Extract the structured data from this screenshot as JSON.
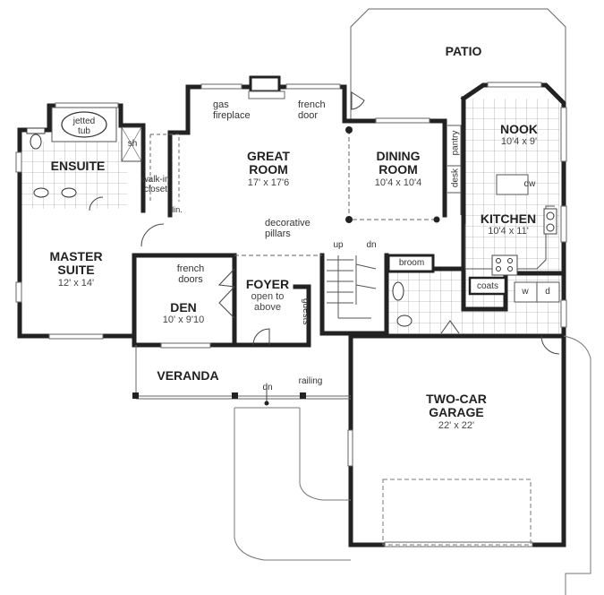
{
  "plan": {
    "rooms": [
      {
        "id": "patio",
        "name": "PATIO",
        "dims": ""
      },
      {
        "id": "ensuite",
        "name": "ENSUITE",
        "dims": ""
      },
      {
        "id": "great-room",
        "name": "GREAT ROOM",
        "line1": "GREAT",
        "line2": "ROOM",
        "dims": "17' x 17'6"
      },
      {
        "id": "dining-room",
        "name": "DINING ROOM",
        "line1": "DINING",
        "line2": "ROOM",
        "dims": "10'4 x 10'4"
      },
      {
        "id": "nook",
        "name": "NOOK",
        "dims": "10'4 x 9'"
      },
      {
        "id": "kitchen",
        "name": "KITCHEN",
        "dims": "10'4 x 11'"
      },
      {
        "id": "master-suite",
        "name": "MASTER SUITE",
        "line1": "MASTER",
        "line2": "SUITE",
        "dims": "12' x 14'"
      },
      {
        "id": "den",
        "name": "DEN",
        "dims": "10' x 9'10"
      },
      {
        "id": "foyer",
        "name": "FOYER",
        "dims": ""
      },
      {
        "id": "veranda",
        "name": "VERANDA",
        "dims": ""
      },
      {
        "id": "garage",
        "name": "TWO-CAR GARAGE",
        "line1": "TWO-CAR",
        "line2": "GARAGE",
        "dims": "22' x 22'"
      }
    ],
    "annotations": {
      "jetted_tub_1": "jetted",
      "jetted_tub_2": "tub",
      "shower": "sh",
      "walk_in_1": "walk-in",
      "walk_in_2": "closet",
      "linen": "lin.",
      "gas_fireplace_1": "gas",
      "gas_fireplace_2": "fireplace",
      "french_door_1": "french",
      "french_door_2": "door",
      "decorative_1": "decorative",
      "decorative_2": "pillars",
      "pantry": "pantry",
      "desk": "desk",
      "dw": "dw",
      "up": "up",
      "dn": "dn",
      "broom": "broom",
      "coats": "coats",
      "washer": "w",
      "dryer": "d",
      "french_doors_1": "french",
      "french_doors_2": "doors",
      "foyer_note_1": "open to",
      "foyer_note_2": "above",
      "guests": "guests",
      "veranda_dn": "dn",
      "railing": "railing"
    }
  }
}
